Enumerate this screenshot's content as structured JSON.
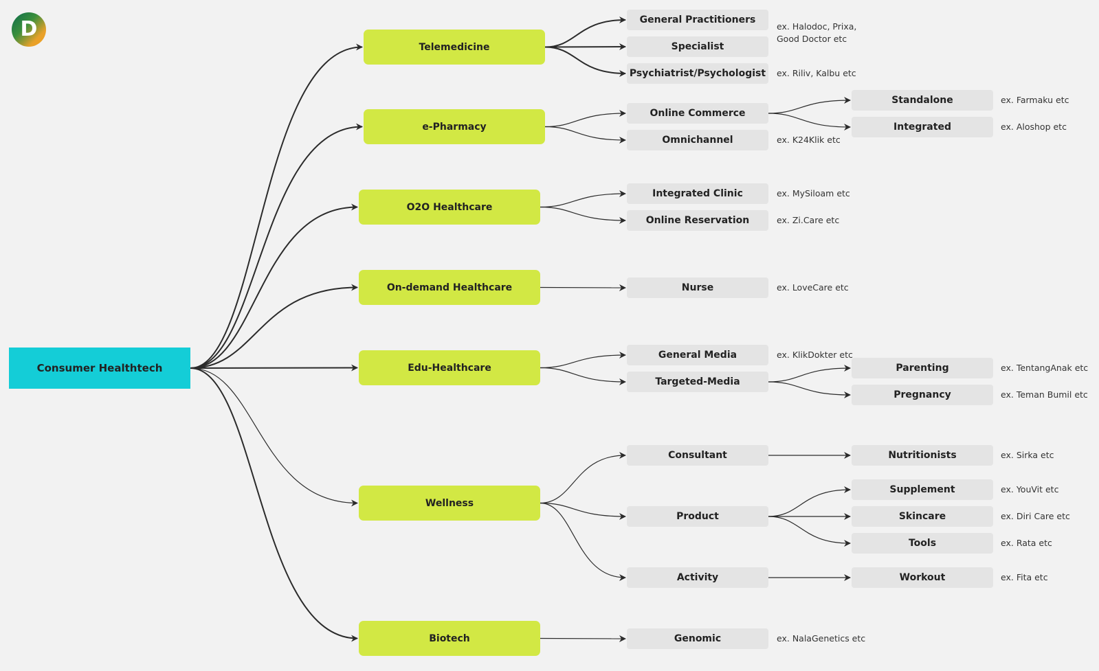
{
  "logo": {
    "letter": "D"
  },
  "root": {
    "label": "Consumer Healthtech"
  },
  "categories": [
    {
      "label": "Telemedicine"
    },
    {
      "label": "e-Pharmacy"
    },
    {
      "label": "O2O Healthcare"
    },
    {
      "label": "On-demand Healthcare"
    },
    {
      "label": "Edu-Healthcare"
    },
    {
      "label": "Wellness"
    },
    {
      "label": "Biotech"
    }
  ],
  "subcategories": [
    {
      "label": "General Practitioners"
    },
    {
      "label": "Specialist"
    },
    {
      "label": "Psychiatrist/Psychologist"
    },
    {
      "label": "Online Commerce"
    },
    {
      "label": "Omnichannel"
    },
    {
      "label": "Integrated Clinic"
    },
    {
      "label": "Online Reservation"
    },
    {
      "label": "Nurse"
    },
    {
      "label": "General Media"
    },
    {
      "label": "Targeted-Media"
    },
    {
      "label": "Consultant"
    },
    {
      "label": "Product"
    },
    {
      "label": "Activity"
    },
    {
      "label": "Genomic"
    }
  ],
  "leaves": [
    {
      "label": "Standalone"
    },
    {
      "label": "Integrated"
    },
    {
      "label": "Parenting"
    },
    {
      "label": "Pregnancy"
    },
    {
      "label": "Nutritionists"
    },
    {
      "label": "Supplement"
    },
    {
      "label": "Skincare"
    },
    {
      "label": "Tools"
    },
    {
      "label": "Workout"
    }
  ],
  "examples": [
    {
      "text": "ex. Halodoc, Prixa,"
    },
    {
      "text": "Good Doctor etc"
    },
    {
      "text": "ex. Riliv, Kalbu etc"
    },
    {
      "text": "ex. K24Klik etc"
    },
    {
      "text": "ex. MySiloam etc"
    },
    {
      "text": "ex. Zi.Care etc"
    },
    {
      "text": "ex. LoveCare etc"
    },
    {
      "text": "ex. KlikDokter etc"
    },
    {
      "text": "ex. NalaGenetics etc"
    },
    {
      "text": "ex. Farmaku etc"
    },
    {
      "text": "ex. Aloshop etc"
    },
    {
      "text": "ex. TentangAnak etc"
    },
    {
      "text": "ex. Teman Bumil etc"
    },
    {
      "text": "ex. Sirka etc"
    },
    {
      "text": "ex. YouVit etc"
    },
    {
      "text": "ex. Diri Care etc"
    },
    {
      "text": "ex. Rata etc"
    },
    {
      "text": "ex. Fita etc"
    }
  ],
  "colors": {
    "root": "#14cdd7",
    "category": "#d2e844",
    "subnode": "#e4e4e4",
    "edge": "#2b2b2b",
    "background": "#f2f2f2"
  }
}
